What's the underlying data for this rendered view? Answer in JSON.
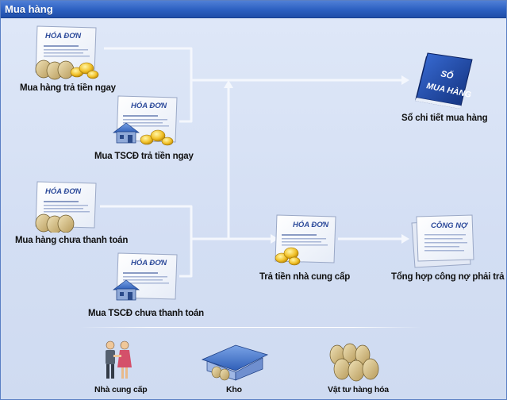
{
  "window": {
    "title": "Mua hàng"
  },
  "documents": {
    "invoice_header": "HÓA ĐƠN",
    "ledger_book_top": "SỐ",
    "ledger_book_bottom": "MUA HÀNG",
    "debt_header": "CÔNG NỢ"
  },
  "nodes": {
    "purchase_paid": "Mua hàng trả tiền ngay",
    "asset_paid": "Mua TSCĐ trả tiền ngay",
    "purchase_unpaid": "Mua hàng chưa thanh toán",
    "asset_unpaid": "Mua TSCĐ chưa thanh toán",
    "pay_supplier": "Trả tiền nhà cung cấp",
    "purchase_ledger": "Sổ chi tiết mua hàng",
    "payables_summary": "Tổng hợp công nợ phải trả"
  },
  "catalog": {
    "supplier": "Nhà cung cấp",
    "warehouse": "Kho",
    "goods": "Vật tư hàng hóa"
  },
  "colors": {
    "title_bar": "#2c5fc0",
    "background": "#d8e3f6",
    "connector": "#ffffff"
  }
}
